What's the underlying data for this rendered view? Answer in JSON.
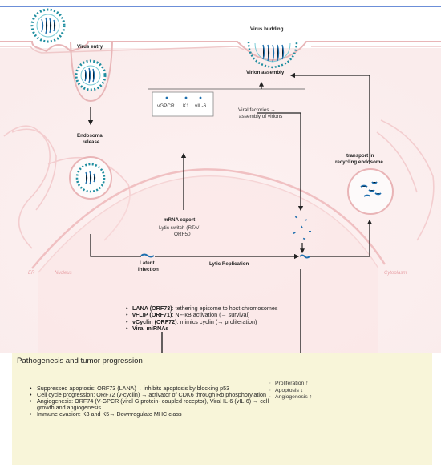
{
  "labels": {
    "virus_entry": "Virus entry",
    "virus_budding": "Virus budding",
    "virion_assembly": "Virion assembly",
    "endosomal_release_1": "Endosomal",
    "endosomal_release_2": "release",
    "viral_factories_1": "Viral factories →",
    "viral_factories_2": "assembly of virions",
    "transport_1": "transport in",
    "transport_2": "recycling endosome",
    "mrna_export": "mRNA export",
    "lytic_switch_1": "Lytic switch (RTA/",
    "lytic_switch_2": "ORF50",
    "latent_1": "Latent",
    "latent_2": "Infection",
    "lytic_replication": "Lytic Replication",
    "er": "ER",
    "nucleus": "Nucleus",
    "cytoplasm": "Cytoplasm"
  },
  "glycoproteins": [
    "vGPCR",
    "K1",
    "vIL-6"
  ],
  "latent_genes": [
    {
      "name": "LANA (ORF73)",
      "desc": ": tethering episome to host chromosomes"
    },
    {
      "name": "vFLIP (ORF71)",
      "desc": ": NF-κB activation (→ survival)"
    },
    {
      "name": "vCyclin (ORF72)",
      "desc": ": mimics cyclin (→ proliferation)"
    },
    {
      "name": "Viral miRNAs",
      "desc": ""
    }
  ],
  "pathogenesis": {
    "title": "Pathogenesis and tumor progression",
    "mechanisms": [
      "Suppressed apoptosis: ORF73 (LANA)→ inhibits apoptosis by blocking p53",
      "Cell cycle progression: ORF72 (v-cyclin) → activator of CDK6 through Rb phosphorylation",
      "Angiogenesis:  ORF74 (V-GPCR (viral G protein- coupled receptor), Viral IL-6 (vIL-6) → cell growth and angiogenesis",
      "Immune evasion: K3 and K5→ Downregulate MHC class I"
    ],
    "outcomes": [
      "Proliferation ↑",
      "Apoptosis ↓",
      "Angiogenesis ↑"
    ]
  },
  "colors": {
    "capsid": "#1f8ea0",
    "genome": "#1f6fae",
    "membrane": "#e8b6b8",
    "panel_bg": "#f8f5d9"
  }
}
